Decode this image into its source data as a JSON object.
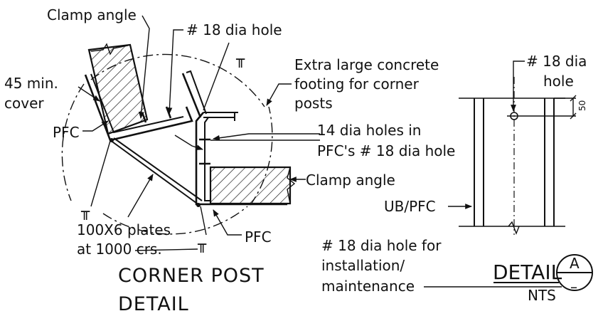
{
  "labels": {
    "clamp_angle_top": "Clamp angle",
    "hole_top": "# 18 dia hole",
    "extra_footing_1": "Extra large concrete",
    "extra_footing_2": "footing for corner",
    "extra_footing_3": "posts",
    "cover_1": "45 min.",
    "cover_2": "cover",
    "pfc_left": "PFC",
    "holes_in_pfc_1": "14 dia holes in",
    "holes_in_pfc_2": "PFC's # 18 dia hole",
    "clamp_angle_right": "Clamp angle",
    "plates_1": "100X6 plates",
    "plates_2": "at 1000 crs.",
    "pfc_bottom": "PFC",
    "section_mark_left": "╥",
    "section_mark_bottom": "╥",
    "section_mark_top": "╥",
    "title_1": "CORNER POST",
    "title_2": "DETAIL",
    "hole_right_1": "# 18 dia",
    "hole_right_2": "hole",
    "dim_50": "50",
    "ub_pfc": "UB/PFC",
    "install_1": "# 18 dia hole for",
    "install_2": "installation/",
    "install_3": "maintenance",
    "detail_word": "DETAIL",
    "detail_letter": "A",
    "nts": "NTS",
    "detail_sheet": "–"
  }
}
